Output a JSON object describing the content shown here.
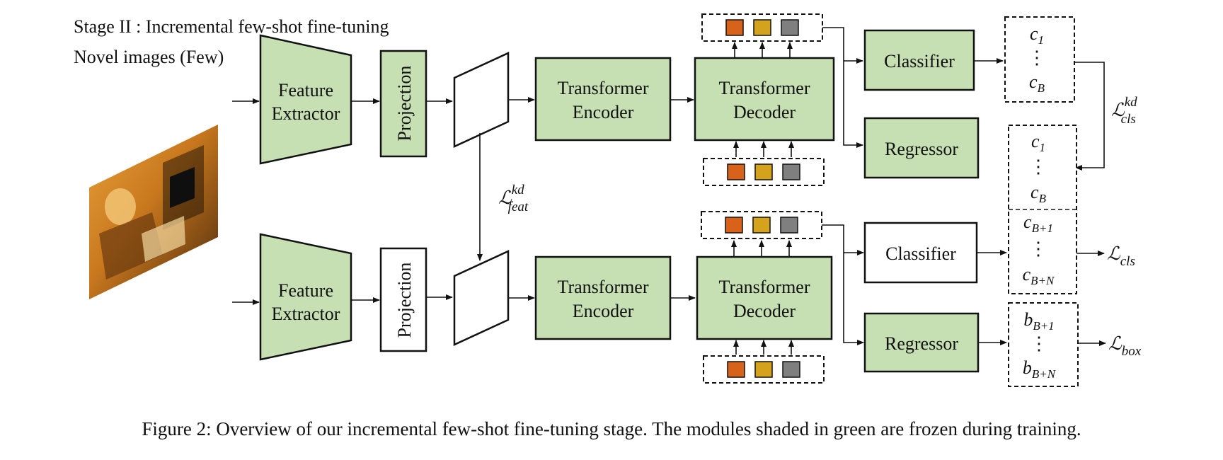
{
  "header": {
    "stage_title": "Stage II : Incremental few-shot fine-tuning",
    "input_label": "Novel images (Few)"
  },
  "branches": {
    "top": {
      "feature_extractor": [
        "Feature",
        "Extractor"
      ],
      "projection": "Projection",
      "encoder": [
        "Transformer",
        "Encoder"
      ],
      "decoder": [
        "Transformer",
        "Decoder"
      ],
      "classifier": "Classifier",
      "regressor": "Regressor",
      "class_outputs": {
        "first": [
          "c",
          "1"
        ],
        "dots": "⋮",
        "last": [
          "c",
          "B"
        ]
      }
    },
    "bottom": {
      "feature_extractor": [
        "Feature",
        "Extractor"
      ],
      "projection": "Projection",
      "encoder": [
        "Transformer",
        "Encoder"
      ],
      "decoder": [
        "Transformer",
        "Decoder"
      ],
      "classifier": "Classifier",
      "regressor": "Regressor",
      "old_class_outputs": {
        "first": [
          "c",
          "1"
        ],
        "dots": "⋮",
        "last": [
          "c",
          "B"
        ]
      },
      "new_class_outputs": {
        "first": [
          "c",
          "B+1"
        ],
        "dots": "⋮",
        "last": [
          "c",
          "B+N"
        ]
      },
      "box_outputs": {
        "first": [
          "b",
          "B+1"
        ],
        "dots": "⋮",
        "last": [
          "b",
          "B+N"
        ]
      }
    }
  },
  "losses": {
    "feat_kd": {
      "symbol": "ℒ",
      "sub": "feat",
      "sup": "kd"
    },
    "cls_kd": {
      "symbol": "ℒ",
      "sub": "cls",
      "sup": "kd"
    },
    "cls": {
      "symbol": "ℒ",
      "sub": "cls"
    },
    "box": {
      "symbol": "ℒ",
      "sub": "box"
    }
  },
  "query_colors": [
    "#d9621a",
    "#d4a21c",
    "#7f7f7f"
  ],
  "colors": {
    "frozen": "#c6e0b4",
    "trainable": "#ffffff"
  },
  "caption": "Figure 2: Overview of our incremental few-shot fine-tuning stage. The modules shaded in green are frozen during training."
}
